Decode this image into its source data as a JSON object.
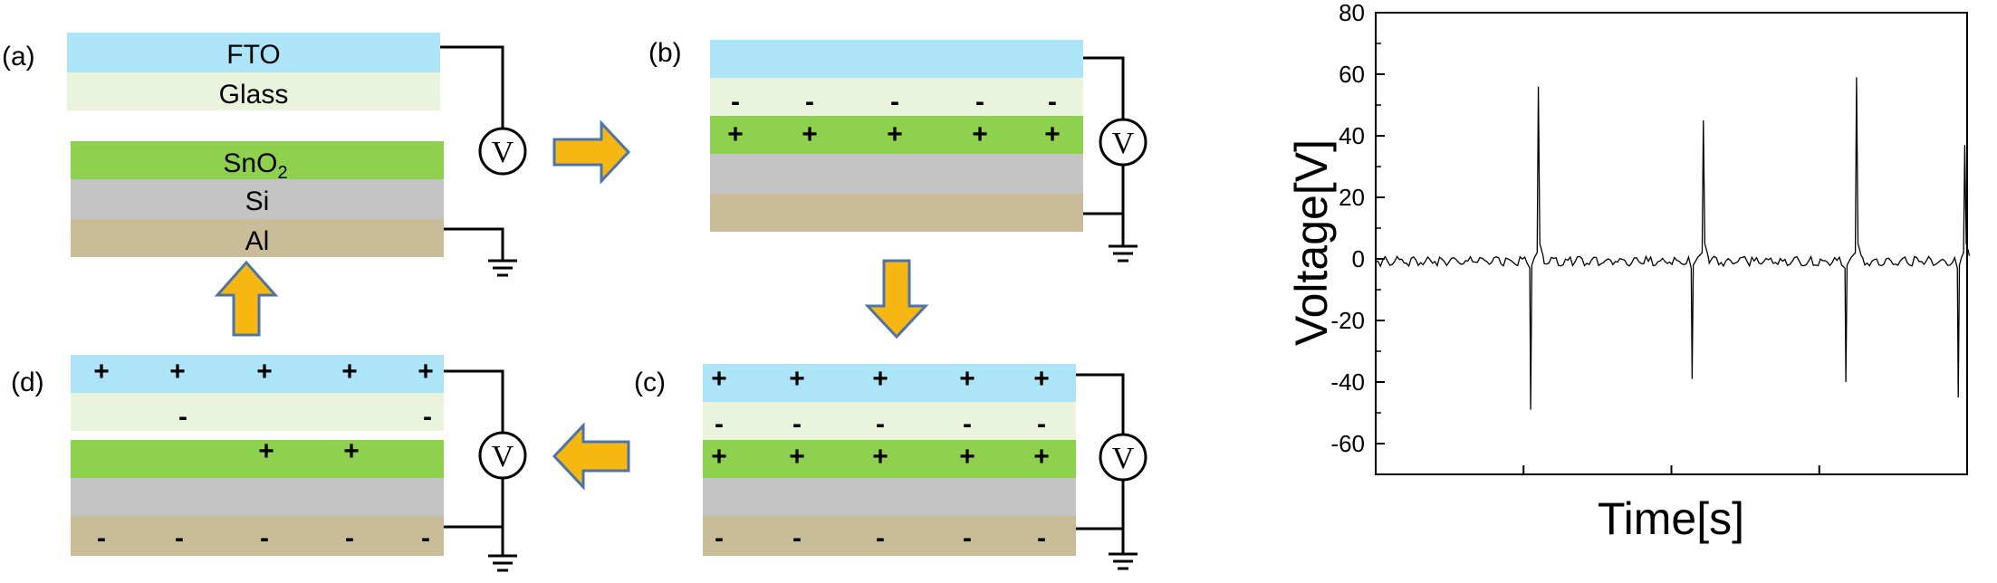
{
  "colors": {
    "fto": "#aee4f7",
    "glass": "#eaf4dc",
    "sno2": "#8ed14f",
    "si": "#c4c4c4",
    "al": "#c8bd98",
    "arrow_fill": "#f6b712",
    "arrow_stroke": "#4e73a8",
    "wire": "#000000"
  },
  "panels": {
    "a": {
      "label": "(a)",
      "fto": "FTO",
      "glass": "Glass",
      "sno2_main": "SnO",
      "sno2_sub": "2",
      "si": "Si",
      "al": "Al",
      "meter": "V"
    },
    "b": {
      "label": "(b)",
      "meter": "V"
    },
    "c": {
      "label": "(c)",
      "meter": "V"
    },
    "d": {
      "label": "(d)",
      "meter": "V"
    }
  },
  "charges": {
    "plus": "+",
    "minus": "-"
  },
  "chart_data": {
    "type": "line",
    "title": "",
    "xlabel": "Time[s]",
    "ylabel": "Voltage[V]",
    "ylim": [
      -70,
      80
    ],
    "yticks": [
      -60,
      -40,
      -20,
      0,
      20,
      40,
      60,
      80
    ],
    "xlim": [
      0,
      100
    ],
    "grid": false,
    "series": [
      {
        "name": "",
        "spikes": [
          {
            "x_neg": 26.2,
            "neg": -49,
            "x_pos": 27.5,
            "pos": 56
          },
          {
            "x_neg": 53.5,
            "neg": -39,
            "x_pos": 55.4,
            "pos": 45
          },
          {
            "x_neg": 79.5,
            "neg": -40,
            "x_pos": 81.3,
            "pos": 59
          },
          {
            "x_neg": 98.5,
            "neg": -45,
            "x_pos": 99.6,
            "pos": 37
          }
        ]
      }
    ]
  }
}
